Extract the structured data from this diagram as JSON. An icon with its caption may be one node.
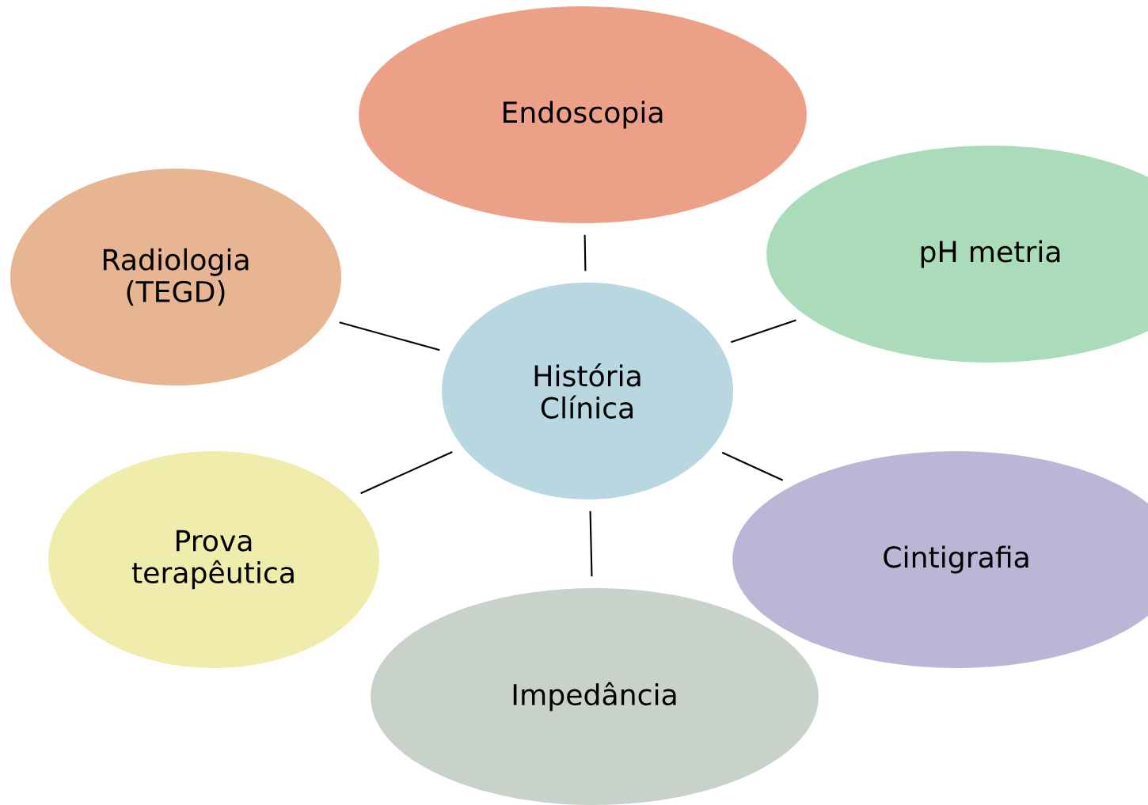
{
  "diagram": {
    "nodes": [
      {
        "text": [
          "Endoscopia"
        ]
      },
      {
        "text": [
          "Radiologia (TEGD)"
        ]
      },
      {
        "text": [
          "pH metria"
        ]
      },
      {
        "text": [
          "História Clínica"
        ]
      },
      {
        "text": [
          "Prova terapêutica"
        ]
      },
      {
        "text": [
          "Cintigrafia"
        ]
      },
      {
        "text": [
          "Impedância"
        ]
      }
    ],
    "edges": [
      {
        "from": 3,
        "to": 0,
        "arrow": "none"
      },
      {
        "from": 3,
        "to": 1,
        "arrow": "none"
      },
      {
        "from": 3,
        "to": 2,
        "arrow": "none"
      },
      {
        "from": 3,
        "to": 4,
        "arrow": "none"
      },
      {
        "from": 3,
        "to": 5,
        "arrow": "none"
      },
      {
        "from": 3,
        "to": 6,
        "arrow": "none"
      }
    ]
  }
}
